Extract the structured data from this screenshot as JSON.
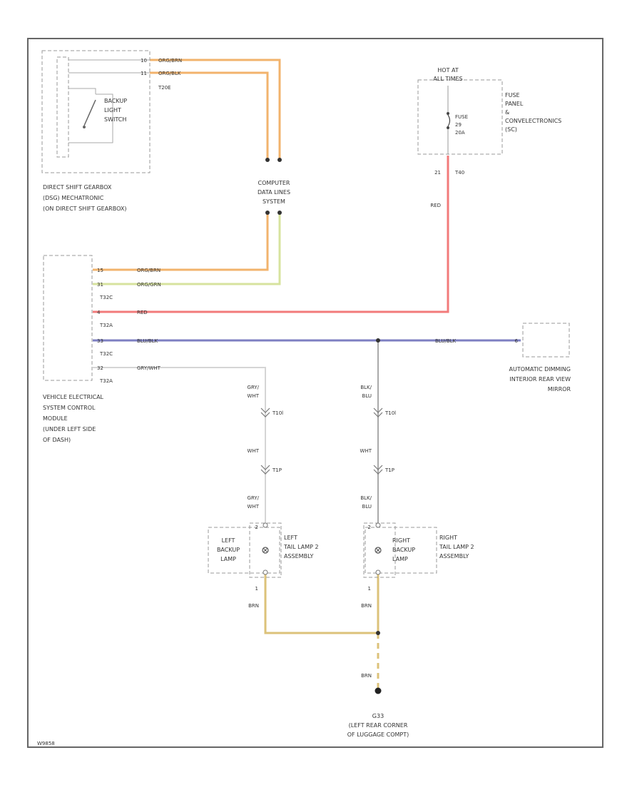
{
  "diagram": {
    "footer_code": "W9858",
    "components": {
      "gearbox": {
        "lines": [
          "DIRECT SHIFT GEARBOX",
          "(DSG) MECHATRONIC",
          "(ON DIRECT SHIFT GEARBOX)"
        ],
        "switch_lines": [
          "BACKUP",
          "LIGHT",
          "SWITCH"
        ],
        "connector": "T20E",
        "pin_a": "10",
        "pin_b": "11",
        "wire_a": "ORG/BRN",
        "wire_b": "ORG/BLK"
      },
      "fuse_panel": {
        "hot_lines": [
          "HOT AT",
          "ALL TIMES"
        ],
        "fuse_lines": [
          "FUSE",
          "29",
          "20A"
        ],
        "panel_lines": [
          "FUSE",
          "PANEL",
          "&",
          "CONVELECTRONICS",
          "(SC)"
        ],
        "pin": "21",
        "connector": "T40"
      },
      "data_lines": {
        "lines": [
          "COMPUTER",
          "DATA LINES",
          "SYSTEM"
        ]
      },
      "vecm": {
        "lines": [
          "VEHICLE ELECTRICAL",
          "SYSTEM CONTROL",
          "MODULE",
          "(UNDER LEFT SIDE",
          "OF DASH)"
        ],
        "pins": [
          "15",
          "31",
          "4",
          "33",
          "32"
        ],
        "connectors": [
          "T32C",
          "T32A",
          "T32C",
          "T32A"
        ],
        "wires": [
          "ORG/BRN",
          "ORG/GRN",
          "RED",
          "BLU/BLK",
          "GRY/WHT"
        ]
      },
      "mirror": {
        "lines": [
          "AUTOMATIC DIMMING",
          "INTERIOR REAR VIEW",
          "MIRROR"
        ],
        "pin": "6"
      },
      "left_lamp": {
        "box_lines": [
          "LEFT",
          "BACKUP",
          "LAMP"
        ],
        "side_lines": [
          "LEFT",
          "TAIL LAMP 2",
          "ASSEMBLY"
        ],
        "pins": [
          "2",
          "1"
        ],
        "wire_upper": [
          "GRY/",
          "WHT"
        ],
        "wire_mid": "WHT",
        "wire_lower": [
          "GRY/",
          "WHT"
        ],
        "ground_wire": "BRN"
      },
      "right_lamp": {
        "box_lines": [
          "RIGHT",
          "BACKUP",
          "LAMP"
        ],
        "side_lines": [
          "RIGHT",
          "TAIL LAMP 2",
          "ASSEMBLY"
        ],
        "pins": [
          "2",
          "1"
        ],
        "wire_upper": [
          "BLK/",
          "BLU"
        ],
        "wire_mid": "WHT",
        "wire_lower": [
          "BLK/",
          "BLU"
        ],
        "ground_wire": "BRN"
      },
      "connectors": {
        "upper": "T10l",
        "lower": "T1P"
      },
      "fuse_feed_wire": "RED",
      "ground": {
        "id": "G33",
        "lines": [
          "(LEFT REAR CORNER",
          "OF LUGGAGE COMPT)"
        ],
        "wire": "BRN"
      }
    },
    "colors": {
      "orange": "#f2b36c",
      "green": "#d7e39e",
      "red": "#f27b7b",
      "blue": "#7d7fc2",
      "grey": "#d5d5d5",
      "brown": "#dcc27a"
    }
  }
}
